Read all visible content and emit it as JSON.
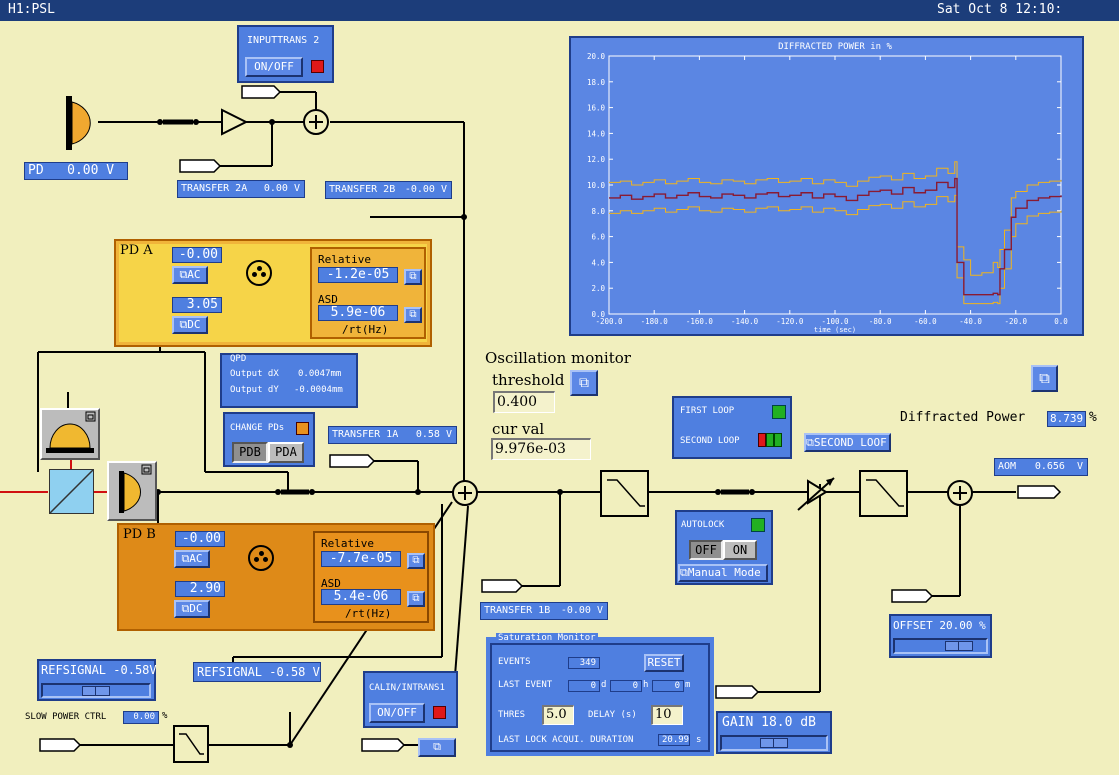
{
  "title": {
    "left": "H1:PSL",
    "right": "Sat Oct  8 12:10:"
  },
  "pd_readout": {
    "label": "PD",
    "value": "0.00 V"
  },
  "inputtrans2": {
    "title": "INPUTTRANS 2",
    "onoff": "ON/OFF"
  },
  "transfer2a": {
    "label": "TRANSFER 2A",
    "value": "0.00 V"
  },
  "transfer2b": {
    "label": "TRANSFER 2B",
    "value": "-0.00 V"
  },
  "pda": {
    "title": "PD  A",
    "ac_value": "-0.00",
    "ac_label": "AC",
    "dc_value": "3.05",
    "dc_label": "DC",
    "relative_label": "Relative",
    "relative_value": "-1.2e-05",
    "asd_label": "ASD",
    "asd_value": "5.9e-06",
    "asd_unit": "/rt(Hz)"
  },
  "pdb": {
    "title": "PD  B",
    "ac_value": "-0.00",
    "ac_label": "AC",
    "dc_value": "2.90",
    "dc_label": "DC",
    "relative_label": "Relative",
    "relative_value": "-7.7e-05",
    "asd_label": "ASD",
    "asd_value": "5.4e-06",
    "asd_unit": "/rt(Hz)"
  },
  "qpd": {
    "title": "QPD",
    "dx_label": "Output dX",
    "dx_value": "0.0047",
    "dx_unit": "mm",
    "dy_label": "Output dY",
    "dy_value": "-0.0004",
    "dy_unit": "mm"
  },
  "change_pds": {
    "title": "CHANGE PDs",
    "pdb": "PDB",
    "pda": "PDA"
  },
  "transfer1a": {
    "label": "TRANSFER 1A",
    "value": "0.58 V"
  },
  "transfer1b": {
    "label": "TRANSFER 1B",
    "value": "-0.00 V"
  },
  "osc": {
    "title": "Oscillation monitor",
    "threshold_label": "threshold",
    "threshold_value": "0.400",
    "curval_label": "cur val",
    "curval_value": "9.976e-03"
  },
  "loops": {
    "first": "FIRST LOOP",
    "second": "SECOND LOOP",
    "second_btn": "SECOND LOOF"
  },
  "diffracted": {
    "label": "Diffracted Power",
    "value": "8.739",
    "unit": "%"
  },
  "aom": {
    "label": "AOM",
    "value": "0.656",
    "unit": "V"
  },
  "autolock": {
    "title": "AUTOLOCK",
    "off": "OFF",
    "on": "ON",
    "manual": "Manual Mode"
  },
  "offset": {
    "label": "OFFSET",
    "value": "20.00 %",
    "level": 0.8
  },
  "gain": {
    "label": "GAIN",
    "value": "18.0 dB",
    "level": 0.5
  },
  "refsignal_left": {
    "label": "REFSIGNAL",
    "value": "-0.58V",
    "level": 0.5
  },
  "refsignal_right": {
    "label": "REFSIGNAL",
    "value": "-0.58 V"
  },
  "slow_power": {
    "label": "SLOW POWER CTRL",
    "value": "0.00",
    "unit": "%"
  },
  "calin": {
    "title": "CALIN/INTRANS1",
    "onoff": "ON/OFF"
  },
  "saturation": {
    "title": "Saturation Monitor",
    "events_label": "EVENTS",
    "events_value": "349",
    "reset": "RESET",
    "last_event_label": "LAST EVENT",
    "d_value": "0",
    "d_unit": "d",
    "h_value": "0",
    "h_unit": "h",
    "m_value": "0",
    "m_unit": "m",
    "thres_label": "THRES",
    "thres_value": "5.0",
    "delay_label": "DELAY (s)",
    "delay_value": "10",
    "duration_label": "LAST LOCK ACQUI. DURATION",
    "duration_value": "20.99",
    "duration_unit": "s"
  },
  "colors": {
    "bg": "#f1efbe",
    "panel": "#4f7fe0",
    "pda": "#f6c93a",
    "pdb": "#e8911c",
    "trace_mean": "#8a1a32",
    "trace_band": "#f0b41e",
    "plot_bg": "#5b86e3"
  },
  "chart_data": {
    "type": "line",
    "title": "DIFFRACTED POWER in %",
    "xlabel": "time (sec)",
    "ylabel": "",
    "xlim": [
      -200,
      0
    ],
    "ylim": [
      0,
      20
    ],
    "xticks": [
      "-200.0",
      "-180.0",
      "-160.0",
      "-140.0",
      "-120.0",
      "-100.0",
      "-80.0",
      "-60.0",
      "-40.0",
      "-20.0",
      "0.0"
    ],
    "yticks": [
      "0.0",
      "2.0",
      "4.0",
      "6.0",
      "8.0",
      "10.0",
      "12.0",
      "14.0",
      "16.0",
      "18.0",
      "20.0"
    ],
    "series": [
      {
        "role": "mean",
        "color": "#8a1a32",
        "x": [
          -200,
          -195,
          -190,
          -185,
          -180,
          -175,
          -170,
          -165,
          -160,
          -155,
          -150,
          -145,
          -140,
          -135,
          -130,
          -125,
          -120,
          -115,
          -110,
          -105,
          -100,
          -95,
          -90,
          -85,
          -80,
          -75,
          -70,
          -65,
          -60,
          -55,
          -50,
          -47,
          -46,
          -43,
          -40,
          -35,
          -30,
          -28,
          -27,
          -25,
          -22,
          -20,
          -15,
          -10,
          -5,
          0
        ],
        "y": [
          9.0,
          9.2,
          8.9,
          9.1,
          9.3,
          9.0,
          9.2,
          9.4,
          9.1,
          9.0,
          9.3,
          9.2,
          9.0,
          9.3,
          9.4,
          9.1,
          9.2,
          9.4,
          9.0,
          9.3,
          9.1,
          8.8,
          9.2,
          9.5,
          9.6,
          9.3,
          9.8,
          9.4,
          9.6,
          10.2,
          9.8,
          10.5,
          4.0,
          1.5,
          1.5,
          1.5,
          1.6,
          1.5,
          3.5,
          5.0,
          7.5,
          8.2,
          8.8,
          9.0,
          9.1,
          9.2
        ]
      },
      {
        "role": "max",
        "color": "#f0b41e",
        "x": [
          -200,
          -195,
          -190,
          -185,
          -180,
          -175,
          -170,
          -165,
          -160,
          -155,
          -150,
          -145,
          -140,
          -135,
          -130,
          -125,
          -120,
          -115,
          -110,
          -105,
          -100,
          -95,
          -90,
          -85,
          -80,
          -75,
          -70,
          -65,
          -60,
          -55,
          -50,
          -47,
          -46,
          -43,
          -40,
          -35,
          -30,
          -28,
          -27,
          -25,
          -22,
          -20,
          -15,
          -10,
          -5,
          0
        ],
        "y": [
          10.2,
          10.3,
          10.0,
          10.2,
          10.4,
          10.1,
          10.3,
          10.5,
          10.2,
          10.1,
          10.4,
          10.3,
          10.1,
          10.4,
          10.5,
          10.2,
          10.3,
          10.5,
          10.1,
          10.4,
          10.2,
          9.9,
          10.3,
          10.6,
          10.7,
          10.4,
          10.9,
          10.5,
          10.7,
          11.3,
          10.9,
          11.8,
          5.2,
          4.2,
          3.0,
          3.2,
          4.0,
          3.6,
          5.0,
          6.5,
          9.0,
          9.5,
          10.0,
          10.2,
          10.3,
          10.4
        ]
      },
      {
        "role": "min",
        "color": "#f0b41e",
        "x": [
          -200,
          -195,
          -190,
          -185,
          -180,
          -175,
          -170,
          -165,
          -160,
          -155,
          -150,
          -145,
          -140,
          -135,
          -130,
          -125,
          -120,
          -115,
          -110,
          -105,
          -100,
          -95,
          -90,
          -85,
          -80,
          -75,
          -70,
          -65,
          -60,
          -55,
          -50,
          -47,
          -46,
          -43,
          -40,
          -35,
          -30,
          -28,
          -27,
          -25,
          -22,
          -20,
          -15,
          -10,
          -5,
          0
        ],
        "y": [
          7.8,
          8.0,
          7.8,
          8.0,
          8.2,
          7.9,
          8.1,
          8.3,
          8.0,
          7.9,
          8.2,
          8.1,
          7.9,
          8.2,
          8.3,
          8.0,
          8.1,
          8.3,
          7.9,
          8.2,
          8.0,
          7.7,
          8.1,
          8.4,
          8.5,
          8.2,
          8.7,
          8.3,
          8.5,
          9.1,
          8.7,
          9.2,
          2.8,
          0.8,
          0.8,
          0.8,
          0.9,
          0.8,
          2.0,
          3.5,
          6.0,
          7.0,
          7.6,
          7.8,
          7.9,
          8.0
        ]
      }
    ]
  }
}
